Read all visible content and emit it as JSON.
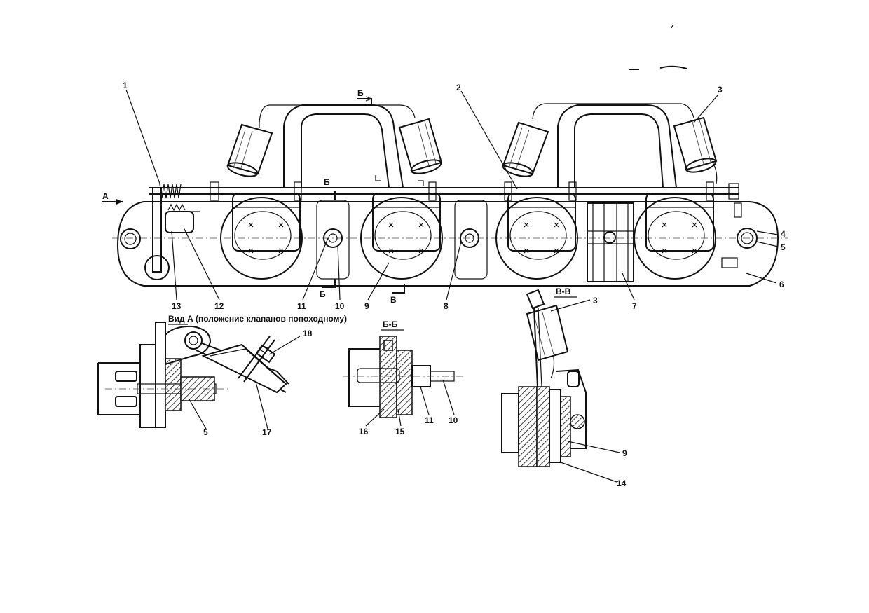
{
  "callouts": [
    "1",
    "2",
    "3",
    "4",
    "5",
    "6",
    "7",
    "8",
    "9",
    "10",
    "11",
    "12",
    "13",
    "14",
    "15",
    "16",
    "17",
    "18"
  ],
  "section_marks": {
    "view_arrow": "А",
    "cut_b": "Б",
    "cut_v": "В"
  },
  "view_titles": {
    "view_a": "Вид А (положение клапанов попоходному)",
    "section_bb": "Б-Б",
    "section_vv": "В-В"
  }
}
